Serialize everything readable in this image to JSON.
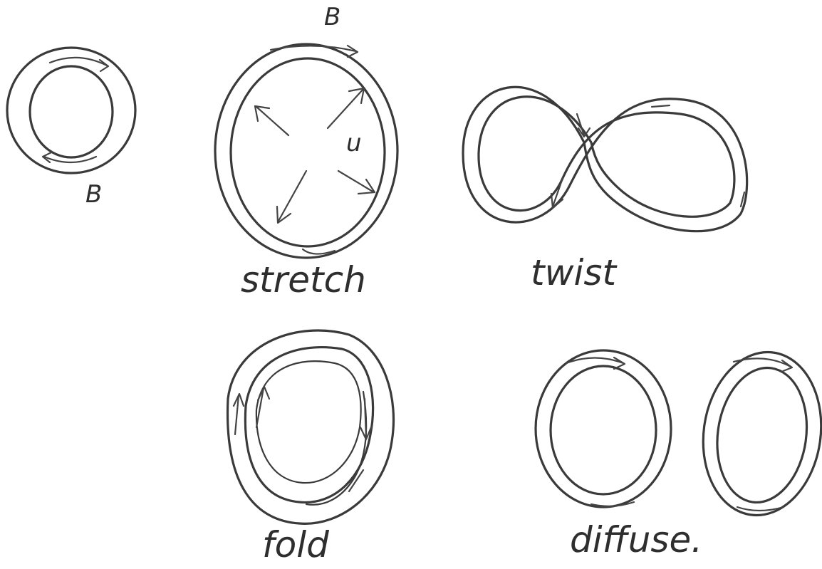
{
  "panels": {
    "initial": {
      "field_label": "B"
    },
    "stretch": {
      "field_label": "B",
      "velocity_label": "u",
      "caption": "stretch"
    },
    "twist": {
      "caption": "twist"
    },
    "fold": {
      "caption": "fold"
    },
    "diffuse": {
      "caption": "diffuse."
    }
  },
  "ink_color": "#3a3a3a"
}
